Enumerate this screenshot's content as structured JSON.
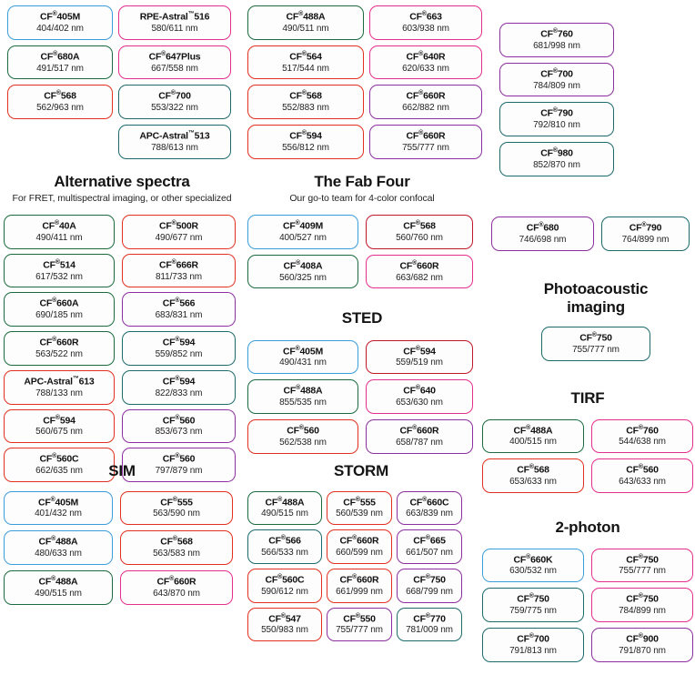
{
  "page": {
    "background": "#ffffff",
    "palette": {
      "blue": "#3c9ddb",
      "green": "#1b6b3f",
      "red": "#e1301f",
      "pink": "#e62f8c",
      "purple": "#8c2f9e",
      "teal": "#1c6a6b",
      "darkred": "#c0182a"
    }
  },
  "sections": [
    {
      "id": "top-left",
      "title": "",
      "subtitle": "",
      "columns": [
        {
          "items": [
            {
              "name": "CF®405M",
              "spec": "404/402 nm",
              "color": "blue"
            },
            {
              "name": "CF®680A",
              "spec": "491/517 nm",
              "color": "green"
            },
            {
              "name": "CF®568",
              "spec": "562/963 nm",
              "color": "red"
            }
          ]
        },
        {
          "items": [
            {
              "name": "RPE-Astral™516",
              "spec": "580/611 nm",
              "color": "pink"
            },
            {
              "name": "CF®647Plus",
              "spec": "667/558 nm",
              "color": "pink"
            },
            {
              "name": "CF®700",
              "spec": "553/322 nm",
              "color": "teal"
            },
            {
              "name": "APC-Astral™513",
              "spec": "788/613 nm",
              "color": "teal"
            }
          ]
        }
      ]
    },
    {
      "id": "top-middle",
      "title": "",
      "subtitle": "",
      "columns": [
        {
          "items": [
            {
              "name": "CF®488A",
              "spec": "490/511 nm",
              "color": "green"
            },
            {
              "name": "CF®564",
              "spec": "517/544 nm",
              "color": "red"
            },
            {
              "name": "CF®568",
              "spec": "552/883 nm",
              "color": "red"
            },
            {
              "name": "CF®594",
              "spec": "556/812 nm",
              "color": "red"
            }
          ]
        },
        {
          "items": [
            {
              "name": "CF®663",
              "spec": "603/938 nm",
              "color": "pink"
            },
            {
              "name": "CF®640R",
              "spec": "620/633 nm",
              "color": "pink"
            },
            {
              "name": "CF®660R",
              "spec": "662/882 nm",
              "color": "purple"
            },
            {
              "name": "CF®660R",
              "spec": "755/777 nm",
              "color": "purple"
            }
          ]
        }
      ]
    },
    {
      "id": "top-right",
      "title": "",
      "subtitle": "",
      "columns": [
        {
          "items": [
            {
              "name": "CF®760",
              "spec": "681/998 nm",
              "color": "purple"
            },
            {
              "name": "CF®700",
              "spec": "784/809 nm",
              "color": "purple"
            },
            {
              "name": "CF®790",
              "spec": "792/810 nm",
              "color": "teal"
            },
            {
              "name": "CF®980",
              "spec": "852/870 nm",
              "color": "teal"
            }
          ]
        }
      ]
    },
    {
      "id": "alternative-spectra",
      "title": "Alternative spectra",
      "subtitle": "For FRET, multispectral imaging, or other specialized",
      "columns": [
        {
          "items": [
            {
              "name": "CF®40A",
              "spec": "490/411 nm",
              "color": "green"
            },
            {
              "name": "CF®514",
              "spec": "617/532 nm",
              "color": "green"
            },
            {
              "name": "CF®660A",
              "spec": "690/185 nm",
              "color": "green"
            },
            {
              "name": "CF®660R",
              "spec": "563/522 nm",
              "color": "green"
            },
            {
              "name": "APC-Astral™613",
              "spec": "788/133 nm",
              "color": "red"
            },
            {
              "name": "CF®594",
              "spec": "560/675 nm",
              "color": "red"
            },
            {
              "name": "CF®560C",
              "spec": "662/635 nm",
              "color": "red"
            }
          ]
        },
        {
          "items": [
            {
              "name": "CF®500R",
              "spec": "490/677 nm",
              "color": "red"
            },
            {
              "name": "CF®666R",
              "spec": "811/733 nm",
              "color": "red"
            },
            {
              "name": "CF®566",
              "spec": "683/831 nm",
              "color": "purple"
            },
            {
              "name": "CF®594",
              "spec": "559/852 nm",
              "color": "teal"
            },
            {
              "name": "CF®594",
              "spec": "822/833 nm",
              "color": "teal"
            },
            {
              "name": "CF®560",
              "spec": "853/673 nm",
              "color": "purple"
            },
            {
              "name": "CF®560",
              "spec": "797/879 nm",
              "color": "purple"
            }
          ]
        }
      ]
    },
    {
      "id": "fab-four",
      "title": "The Fab Four",
      "subtitle": "Our go-to team for 4-color confocal",
      "columns": [
        {
          "items": [
            {
              "name": "CF®409M",
              "spec": "400/527 nm",
              "color": "blue"
            },
            {
              "name": "CF®408A",
              "spec": "560/325 nm",
              "color": "green"
            }
          ]
        },
        {
          "items": [
            {
              "name": "CF®568",
              "spec": "560/760 nm",
              "color": "darkred"
            },
            {
              "name": "CF®660R",
              "spec": "663/682 nm",
              "color": "pink"
            }
          ]
        }
      ]
    },
    {
      "id": "sted",
      "title": "STED",
      "subtitle": "",
      "columns": [
        {
          "items": [
            {
              "name": "CF®405M",
              "spec": "490/431 nm",
              "color": "blue"
            },
            {
              "name": "CF®488A",
              "spec": "855/535 nm",
              "color": "green"
            },
            {
              "name": "CF®560",
              "spec": "562/538 nm",
              "color": "red"
            }
          ]
        },
        {
          "items": [
            {
              "name": "CF®594",
              "spec": "559/519 nm",
              "color": "darkred"
            },
            {
              "name": "CF®640",
              "spec": "653/630 nm",
              "color": "pink"
            },
            {
              "name": "CF®660R",
              "spec": "658/787 nm",
              "color": "purple"
            }
          ]
        }
      ]
    },
    {
      "id": "mid-right",
      "title": "",
      "subtitle": "",
      "columns": [
        {
          "items": [
            {
              "name": "CF®680",
              "spec": "746/698 nm",
              "color": "purple"
            }
          ]
        },
        {
          "items": [
            {
              "name": "CF®790",
              "spec": "764/899 nm",
              "color": "teal"
            }
          ]
        }
      ]
    },
    {
      "id": "photoacoustic",
      "title": "Photoacoustic imaging",
      "title_line1": "Photoacoustic",
      "title_line2": "imaging",
      "subtitle": "",
      "columns": [
        {
          "items": [
            {
              "name": "CF®750",
              "spec": "755/777 nm",
              "color": "teal"
            }
          ]
        }
      ]
    },
    {
      "id": "tirf",
      "title": "TIRF",
      "subtitle": "",
      "columns": [
        {
          "items": [
            {
              "name": "CF®488A",
              "spec": "400/515 nm",
              "color": "green"
            },
            {
              "name": "CF®568",
              "spec": "653/633 nm",
              "color": "red"
            }
          ]
        },
        {
          "items": [
            {
              "name": "CF®760",
              "spec": "544/638 nm",
              "color": "pink"
            },
            {
              "name": "CF®560",
              "spec": "643/633 nm",
              "color": "pink"
            }
          ]
        }
      ]
    },
    {
      "id": "sim",
      "title": "SIM",
      "subtitle": "",
      "columns": [
        {
          "items": [
            {
              "name": "CF®405M",
              "spec": "401/432 nm",
              "color": "blue"
            },
            {
              "name": "CF®488A",
              "spec": "480/633 nm",
              "color": "blue"
            },
            {
              "name": "CF®488A",
              "spec": "490/515 nm",
              "color": "green"
            }
          ]
        },
        {
          "items": [
            {
              "name": "CF®555",
              "spec": "563/590 nm",
              "color": "red"
            },
            {
              "name": "CF®568",
              "spec": "563/583 nm",
              "color": "red"
            },
            {
              "name": "CF®660R",
              "spec": "643/870 nm",
              "color": "pink"
            }
          ]
        }
      ]
    },
    {
      "id": "storm",
      "title": "STORM",
      "subtitle": "",
      "columns": [
        {
          "items": [
            {
              "name": "CF®488A",
              "spec": "490/515 nm",
              "color": "green"
            },
            {
              "name": "CF®566",
              "spec": "566/533 nm",
              "color": "teal"
            },
            {
              "name": "CF®560C",
              "spec": "590/612 nm",
              "color": "red"
            },
            {
              "name": "CF®547",
              "spec": "550/983 nm",
              "color": "red"
            }
          ]
        },
        {
          "items": [
            {
              "name": "CF®555",
              "spec": "560/539 nm",
              "color": "red"
            },
            {
              "name": "CF®660R",
              "spec": "660/599 nm",
              "color": "red"
            },
            {
              "name": "CF®660R",
              "spec": "661/999 nm",
              "color": "red"
            },
            {
              "name": "CF®550",
              "spec": "755/777 nm",
              "color": "purple"
            }
          ]
        },
        {
          "items": [
            {
              "name": "CF®660C",
              "spec": "663/839 nm",
              "color": "purple"
            },
            {
              "name": "CF®665",
              "spec": "661/507 nm",
              "color": "purple"
            },
            {
              "name": "CF®750",
              "spec": "668/799 nm",
              "color": "purple"
            },
            {
              "name": "CF®770",
              "spec": "781/009 nm",
              "color": "teal"
            }
          ]
        }
      ]
    },
    {
      "id": "two-photon",
      "title": "2-photon",
      "subtitle": "",
      "columns": [
        {
          "items": [
            {
              "name": "CF®660K",
              "spec": "630/532 nm",
              "color": "blue"
            },
            {
              "name": "CF®750",
              "spec": "759/775 nm",
              "color": "teal"
            },
            {
              "name": "CF®700",
              "spec": "791/813 nm",
              "color": "teal"
            }
          ]
        },
        {
          "items": [
            {
              "name": "CF®750",
              "spec": "755/777 nm",
              "color": "pink"
            },
            {
              "name": "CF®750",
              "spec": "784/899 nm",
              "color": "pink"
            },
            {
              "name": "CF®900",
              "spec": "791/870 nm",
              "color": "purple"
            }
          ]
        }
      ]
    }
  ]
}
